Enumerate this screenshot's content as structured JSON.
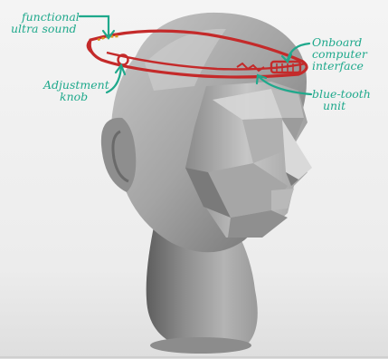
{
  "colors": {
    "background": "#ffffff",
    "annotation": "#1fa98c",
    "headset": "#c42a2a"
  },
  "annotations": {
    "functional_ultrasound": [
      "functional",
      "ultra sound"
    ],
    "adjustment_knob": [
      "Adjustment",
      "knob"
    ],
    "onboard_computer_interface": [
      "Onboard",
      "computer",
      "interface"
    ],
    "bluetooth_unit": [
      "blue-tooth",
      "unit"
    ]
  }
}
